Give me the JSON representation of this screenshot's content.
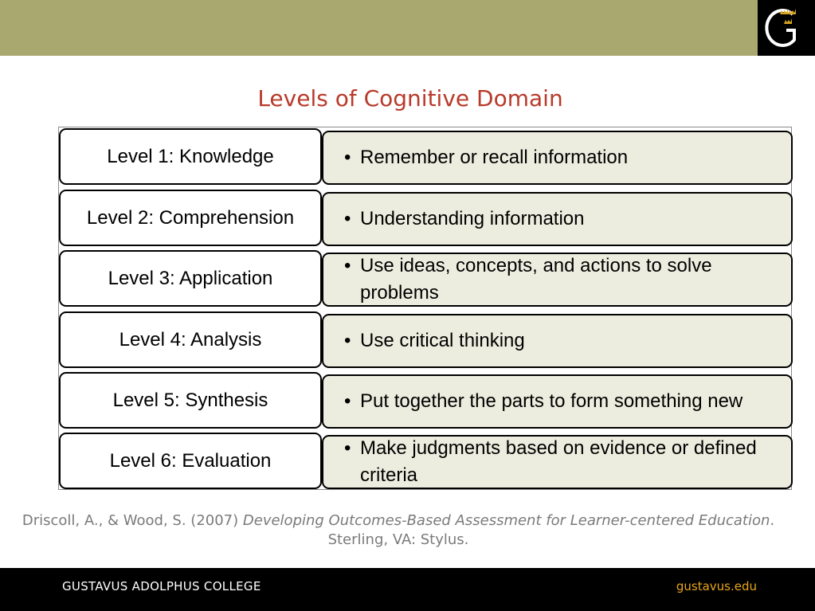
{
  "title": "Levels of Cognitive Domain",
  "levels": [
    {
      "label": "Level 1: Knowledge",
      "description": "Remember or recall information"
    },
    {
      "label": "Level 2: Comprehension",
      "description": "Understanding information"
    },
    {
      "label": "Level 3: Application",
      "description": "Use ideas, concepts, and actions to solve problems"
    },
    {
      "label": "Level 4: Analysis",
      "description": "Use critical thinking"
    },
    {
      "label": "Level 5: Synthesis",
      "description": "Put together the parts to form something new"
    },
    {
      "label": "Level 6: Evaluation",
      "description": "Make judgments based on evidence or defined criteria"
    }
  ],
  "citation": {
    "authors": "Driscoll, A., & Wood, S. (2007)",
    "book_title": "Developing Outcomes-Based Assessment for Learner-centered Education",
    "publisher": ". Sterling, VA: Stylus."
  },
  "footer": {
    "institution": "GUSTAVUS ADOLPHUS COLLEGE",
    "website": "gustavus.edu"
  },
  "colors": {
    "header_bar": "#a8a86f",
    "title": "#b83a2a",
    "description_fill": "#ededdf",
    "website_link": "#e8a51a"
  },
  "logo": {
    "icon": "gustavus-g-crowns-logo"
  }
}
